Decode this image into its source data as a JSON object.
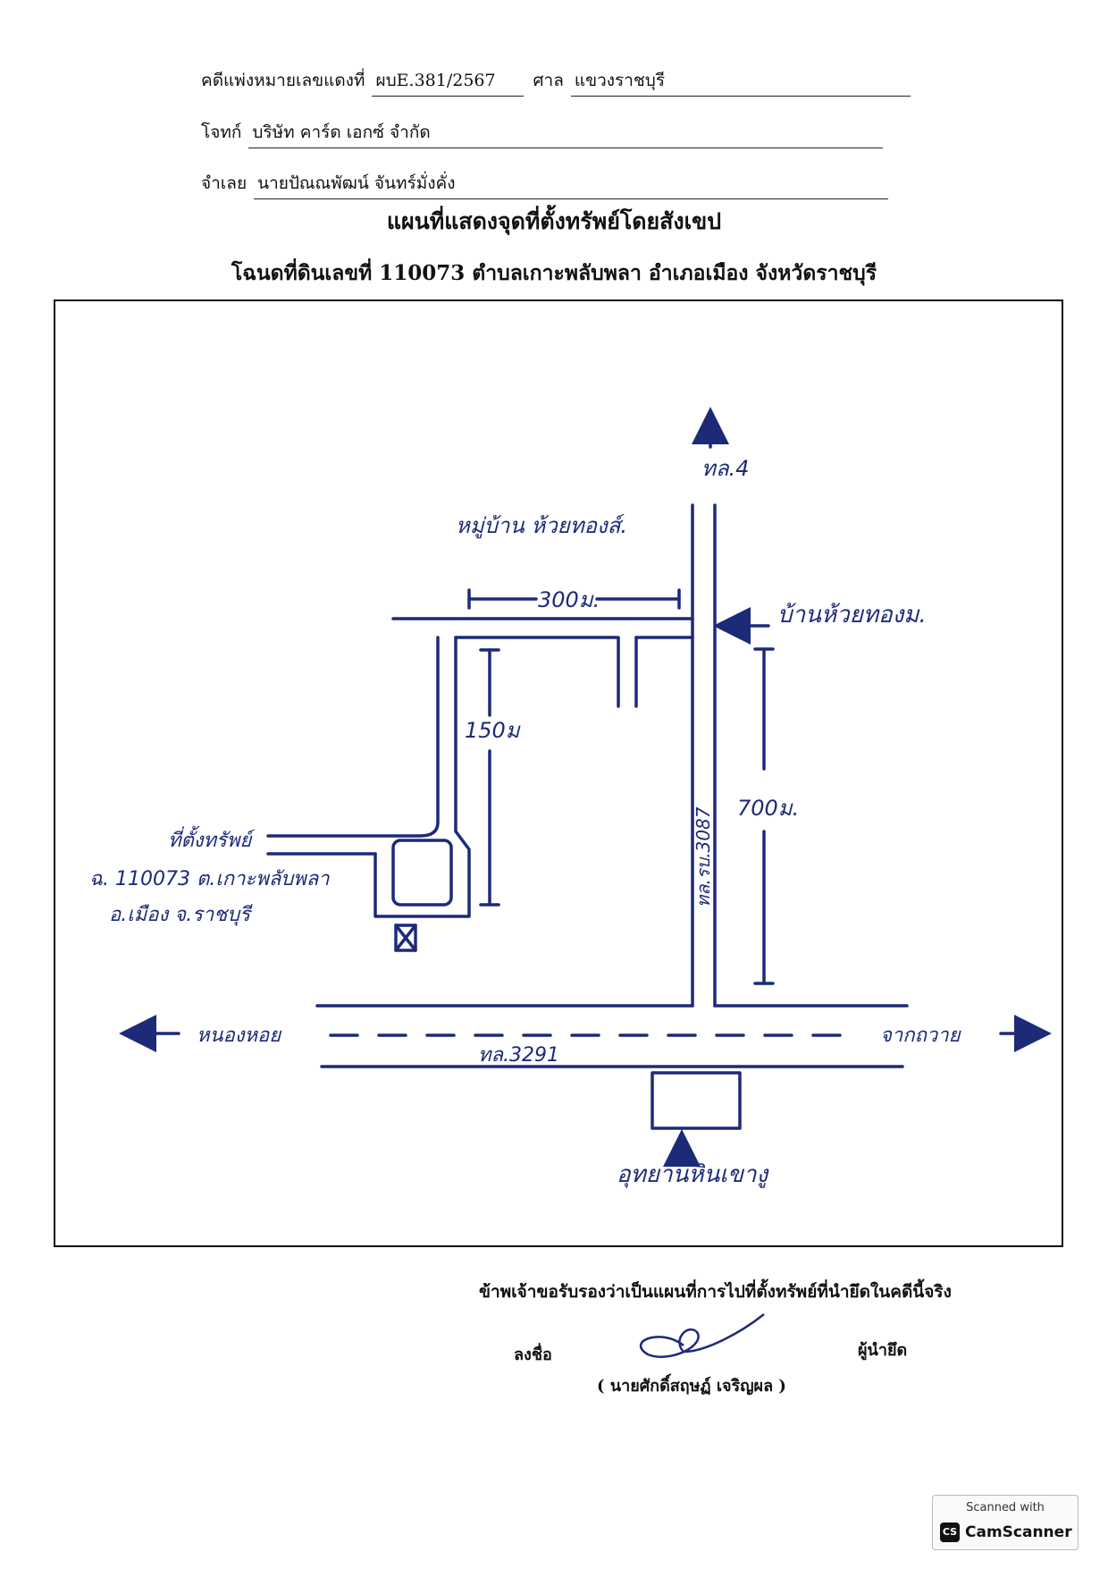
{
  "header": {
    "case_label": "คดีแพ่งหมายเลขแดงที่",
    "case_number": "ผบE.381/2567",
    "court_label": "ศาล",
    "court_name": "แขวงราชบุรี",
    "plaintiff_label": "โจทก์",
    "plaintiff_name": "บริษัท คาร์ด เอกซ์ จำกัด",
    "defendant_label": "จำเลย",
    "defendant_name": "นายปัณณพัฒน์ จันทร์มั่งคั่ง"
  },
  "titles": {
    "main": "แผนที่แสดงจุดที่ตั้งทรัพย์โดยสังเขป",
    "sub": "โฉนดที่ดินเลขที่ 110073 ตำบลเกาะพลับพลา อำเภอเมือง จังหวัดราชบุรี"
  },
  "map": {
    "highway_north": "ทล.4",
    "village_name": "หมู่บ้าน ห้วยทองส์.",
    "distance_300": "300ม.",
    "distance_150": "150ม",
    "distance_700": "700ม.",
    "village_house": "บ้านห้วยทองม.",
    "road_3087": "ทล.รบ.3087",
    "property_label": "ที่ตั้งทรัพย์",
    "deed_line": "ฉ. 110073 ต.เกาะพลับพลา",
    "district_line": "อ.เมือง จ.ราชบุรี",
    "west_direction": "หนองหอย",
    "east_direction": "จากถวาย",
    "road_3291": "ทล.3291",
    "park_label": "อุทยานหินเขางู"
  },
  "certification": {
    "statement": "ข้าพเจ้าขอรับรองว่าเป็นแผนที่การไปที่ตั้งทรัพย์ที่นำยึดในคดีนี้จริง",
    "sign_label": "ลงชื่อ",
    "seizer_label": "ผู้นำยึด",
    "officer_name": "( นายศักดิ์สฤษฏ์ เจริญผล )"
  },
  "scanner_badge": {
    "top_text": "Scanned with",
    "logo_text": "CS",
    "app_name": "CamScanner"
  },
  "colors": {
    "ink": "#1d2a78",
    "print": "#111111"
  }
}
